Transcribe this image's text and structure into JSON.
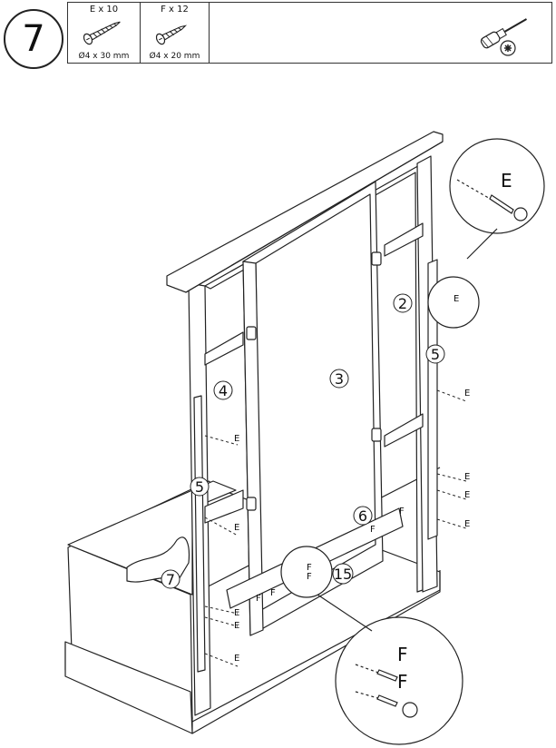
{
  "step": {
    "number": "7"
  },
  "parts": [
    {
      "qty": "E x 10",
      "size": "Ø4 x 30 mm",
      "icon": "long-screw-icon"
    },
    {
      "qty": "F x 12",
      "size": "Ø4 x 20 mm",
      "icon": "short-screw-icon"
    }
  ],
  "tool": {
    "icon": "phillips-screwdriver-icon"
  },
  "labels": {
    "part_2": "2",
    "part_3": "3",
    "part_4": "4",
    "part_5_left": "5",
    "part_5_right": "5",
    "part_6": "6",
    "part_7": "7",
    "part_15": "15",
    "screw_e": "E",
    "screw_f": "F"
  }
}
